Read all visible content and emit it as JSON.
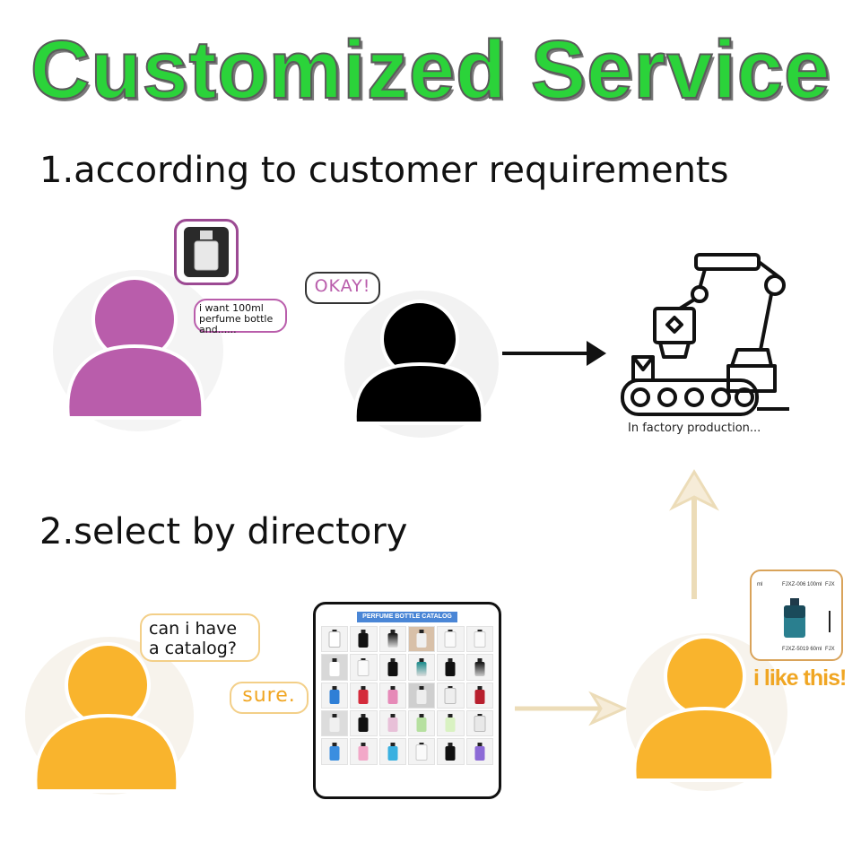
{
  "title": "Customized Service",
  "step1": {
    "heading": "1.according to customer requirements",
    "customer_speech": "i want 100ml perfume bottle and......",
    "reply": "OKAY!",
    "factory_caption": "In factory production..."
  },
  "step2": {
    "heading": "2.select by directory",
    "customer_speech": "can i have a catalog?",
    "reply": "sure.",
    "catalog_title": "PERFUME BOTTLE CATALOG",
    "reaction": "i like this!",
    "popup_labels": [
      "ml",
      "FJXZ-006 100ml",
      "FJX",
      "FJXZ-5019 60ml",
      "FJX"
    ]
  },
  "colors": {
    "title_green": "#2bd33a",
    "purple": "#b95dab",
    "black": "#000000",
    "orange": "#f9b42d",
    "orange_text": "#f0a623",
    "arrow_beige": "#ecdcb8"
  }
}
